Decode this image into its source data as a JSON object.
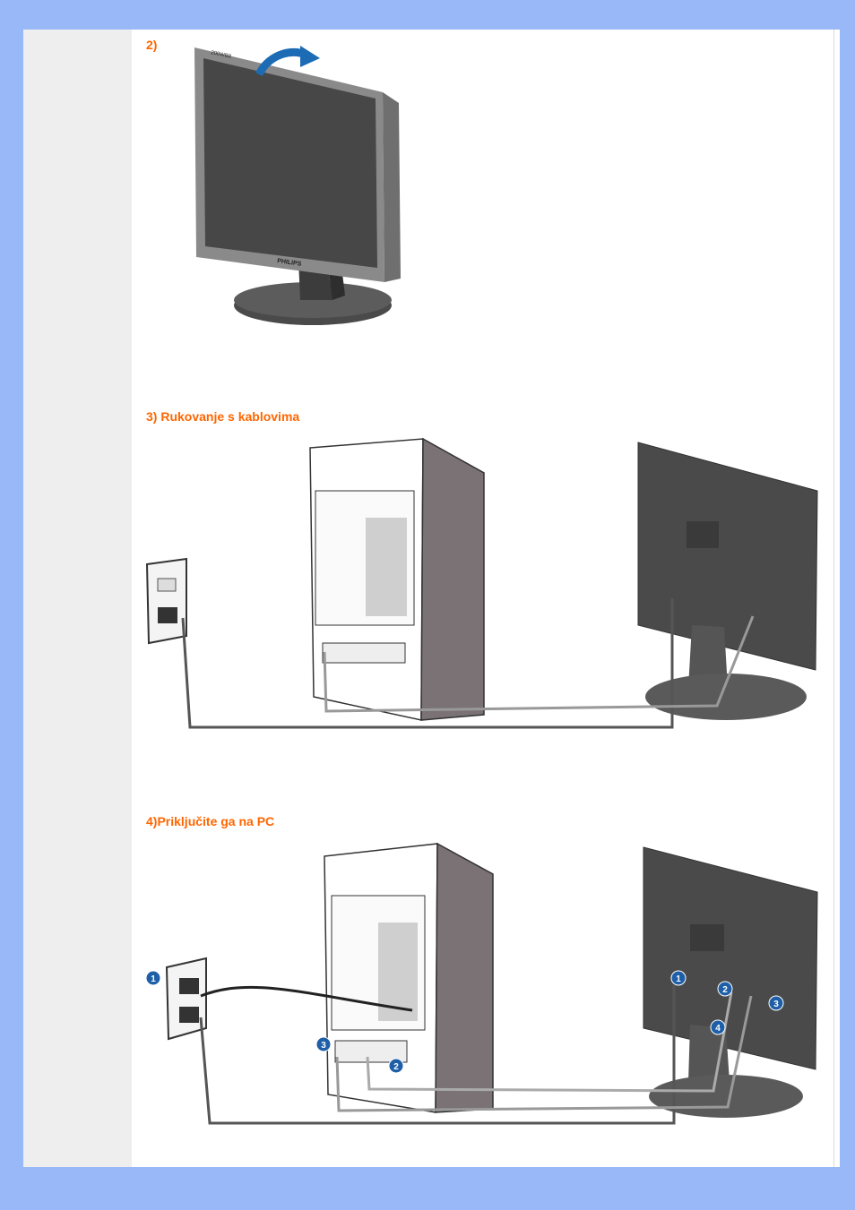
{
  "sections": [
    {
      "heading": "2)"
    },
    {
      "heading": "3) Rukovanje s kablovima"
    },
    {
      "heading": "4)Priključite ga na PC"
    }
  ],
  "figure_monitor_front": {
    "brand_label": "PHILIPS",
    "model_label": "200WB8"
  },
  "figure_connect": {
    "badges": [
      "1",
      "1",
      "2",
      "3",
      "4",
      "3",
      "2"
    ]
  },
  "colors": {
    "background": "#99b8f7",
    "heading": "#ff6600",
    "badge": "#1e5fa8"
  }
}
